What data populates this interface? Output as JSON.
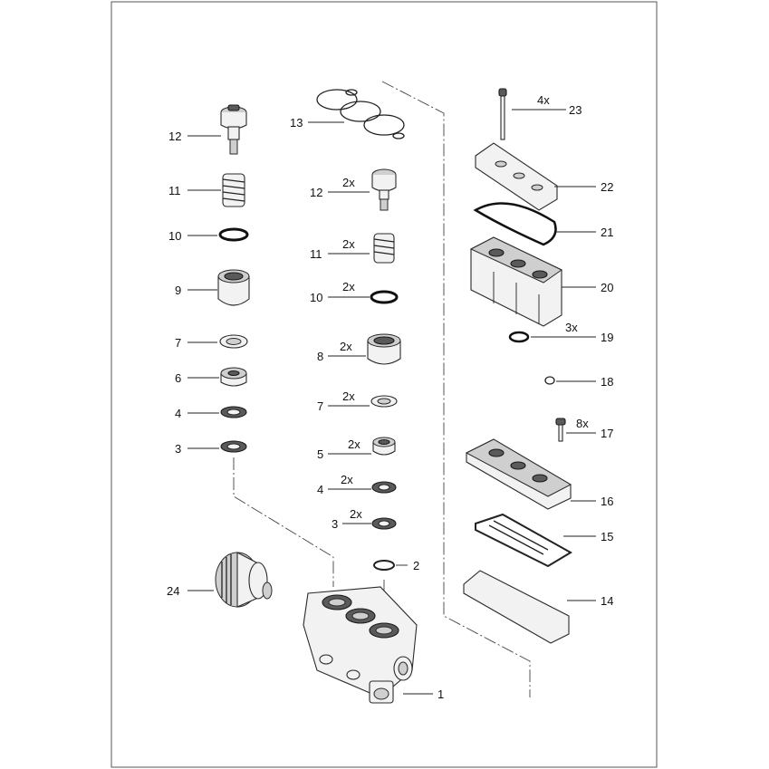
{
  "callouts": [
    {
      "id": "c12a",
      "number": "12",
      "qty": ""
    },
    {
      "id": "c11a",
      "number": "11",
      "qty": ""
    },
    {
      "id": "c10a",
      "number": "10",
      "qty": ""
    },
    {
      "id": "c9",
      "number": "9",
      "qty": ""
    },
    {
      "id": "c7a",
      "number": "7",
      "qty": ""
    },
    {
      "id": "c6",
      "number": "6",
      "qty": ""
    },
    {
      "id": "c4a",
      "number": "4",
      "qty": ""
    },
    {
      "id": "c3a",
      "number": "3",
      "qty": ""
    },
    {
      "id": "c24",
      "number": "24",
      "qty": ""
    },
    {
      "id": "c13",
      "number": "13",
      "qty": ""
    },
    {
      "id": "c12b",
      "number": "12",
      "qty": "2x"
    },
    {
      "id": "c11b",
      "number": "11",
      "qty": "2x"
    },
    {
      "id": "c10b",
      "number": "10",
      "qty": "2x"
    },
    {
      "id": "c8",
      "number": "8",
      "qty": "2x"
    },
    {
      "id": "c7b",
      "number": "7",
      "qty": "2x"
    },
    {
      "id": "c5",
      "number": "5",
      "qty": "2x"
    },
    {
      "id": "c4b",
      "number": "4",
      "qty": "2x"
    },
    {
      "id": "c3b",
      "number": "3",
      "qty": "2x"
    },
    {
      "id": "c2",
      "number": "2",
      "qty": ""
    },
    {
      "id": "c1",
      "number": "1",
      "qty": ""
    },
    {
      "id": "c23",
      "number": "23",
      "qty": "4x"
    },
    {
      "id": "c22",
      "number": "22",
      "qty": ""
    },
    {
      "id": "c21",
      "number": "21",
      "qty": ""
    },
    {
      "id": "c20",
      "number": "20",
      "qty": ""
    },
    {
      "id": "c19",
      "number": "19",
      "qty": "3x"
    },
    {
      "id": "c18",
      "number": "18",
      "qty": ""
    },
    {
      "id": "c17",
      "number": "17",
      "qty": "8x"
    },
    {
      "id": "c16",
      "number": "16",
      "qty": ""
    },
    {
      "id": "c15",
      "number": "15",
      "qty": ""
    },
    {
      "id": "c14",
      "number": "14",
      "qty": ""
    }
  ]
}
